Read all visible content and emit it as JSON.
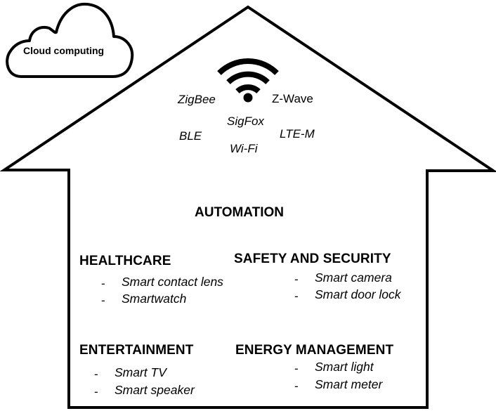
{
  "cloud": {
    "label": "Cloud computing"
  },
  "connectivity": {
    "icon": "wifi-icon",
    "protocols": [
      {
        "name": "ZigBee"
      },
      {
        "name": "Z-Wave"
      },
      {
        "name": "SigFox"
      },
      {
        "name": "BLE"
      },
      {
        "name": "LTE-M"
      },
      {
        "name": "Wi-Fi"
      }
    ]
  },
  "house": {
    "title": "AUTOMATION",
    "categories": [
      {
        "name": "HEALTHCARE",
        "bullet": "-",
        "items": [
          "Smart contact lens",
          "Smartwatch"
        ]
      },
      {
        "name": "SAFETY AND SECURITY",
        "bullet": "-",
        "items": [
          "Smart camera",
          "Smart door lock"
        ]
      },
      {
        "name": "ENTERTAINMENT",
        "bullet": "-",
        "items": [
          "Smart TV",
          "Smart speaker"
        ]
      },
      {
        "name": "ENERGY MANAGEMENT",
        "bullet": "-",
        "items": [
          "Smart light",
          "Smart meter"
        ]
      }
    ]
  },
  "colors": {
    "stroke": "#000000",
    "background": "#ffffff"
  }
}
